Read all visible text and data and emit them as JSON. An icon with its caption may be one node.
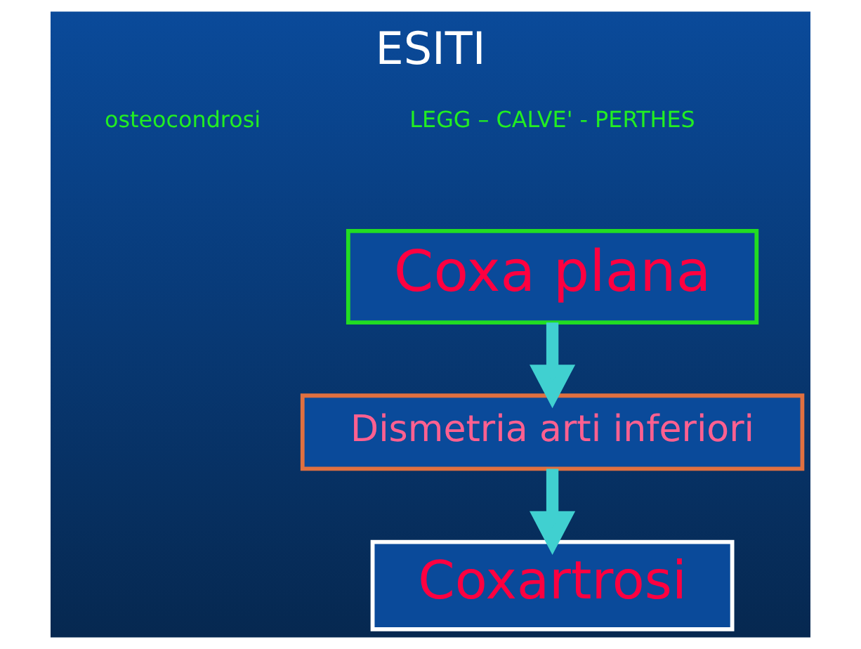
{
  "diagram": {
    "title": "ESITI",
    "nodes": [
      {
        "text": [
          "Coxa plana"
        ]
      },
      {
        "text": [
          "Dismetria arti inferiori"
        ]
      },
      {
        "text": [
          "Coxartrosi"
        ]
      }
    ],
    "edges": [
      {
        "from": 0,
        "to": 1,
        "arrow": "to"
      },
      {
        "from": 1,
        "to": 2,
        "arrow": "to"
      }
    ],
    "labels": [
      "osteocondrosi",
      "LEGG – CALVE' - PERTHES"
    ]
  }
}
